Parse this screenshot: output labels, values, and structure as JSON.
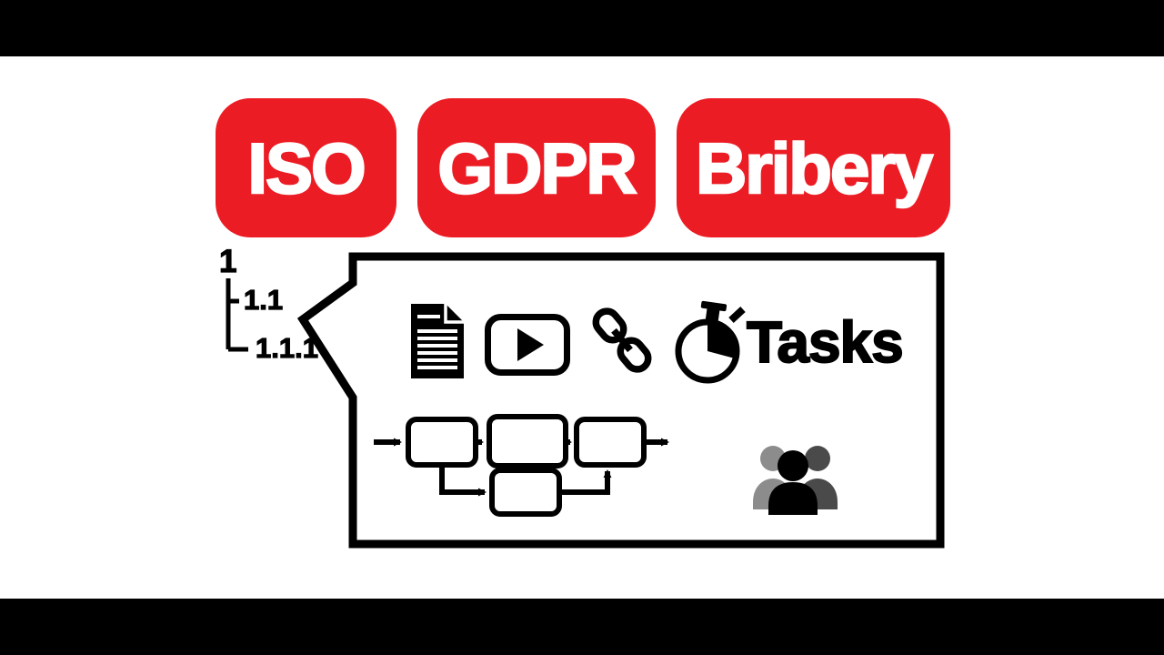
{
  "badges": [
    {
      "id": "iso",
      "label": "ISO"
    },
    {
      "id": "gdpr",
      "label": "GDPR"
    },
    {
      "id": "bribery",
      "label": "Bribery"
    }
  ],
  "outline": {
    "level1": "1",
    "level2": "1.1",
    "level3": "1.1.1"
  },
  "bubble": {
    "tasks_label": "Tasks"
  },
  "icons": {
    "document": "document-icon",
    "video_play": "video-play-icon",
    "link": "link-icon",
    "stopwatch": "stopwatch-icon",
    "people": "people-group-icon",
    "flowchart": "flowchart-diagram"
  },
  "colors": {
    "badge_red": "#EC1C24",
    "ink": "#000000",
    "paper": "#FFFFFF",
    "people_gray_light": "#8C8C8C",
    "people_gray_dark": "#4A4A4A"
  }
}
